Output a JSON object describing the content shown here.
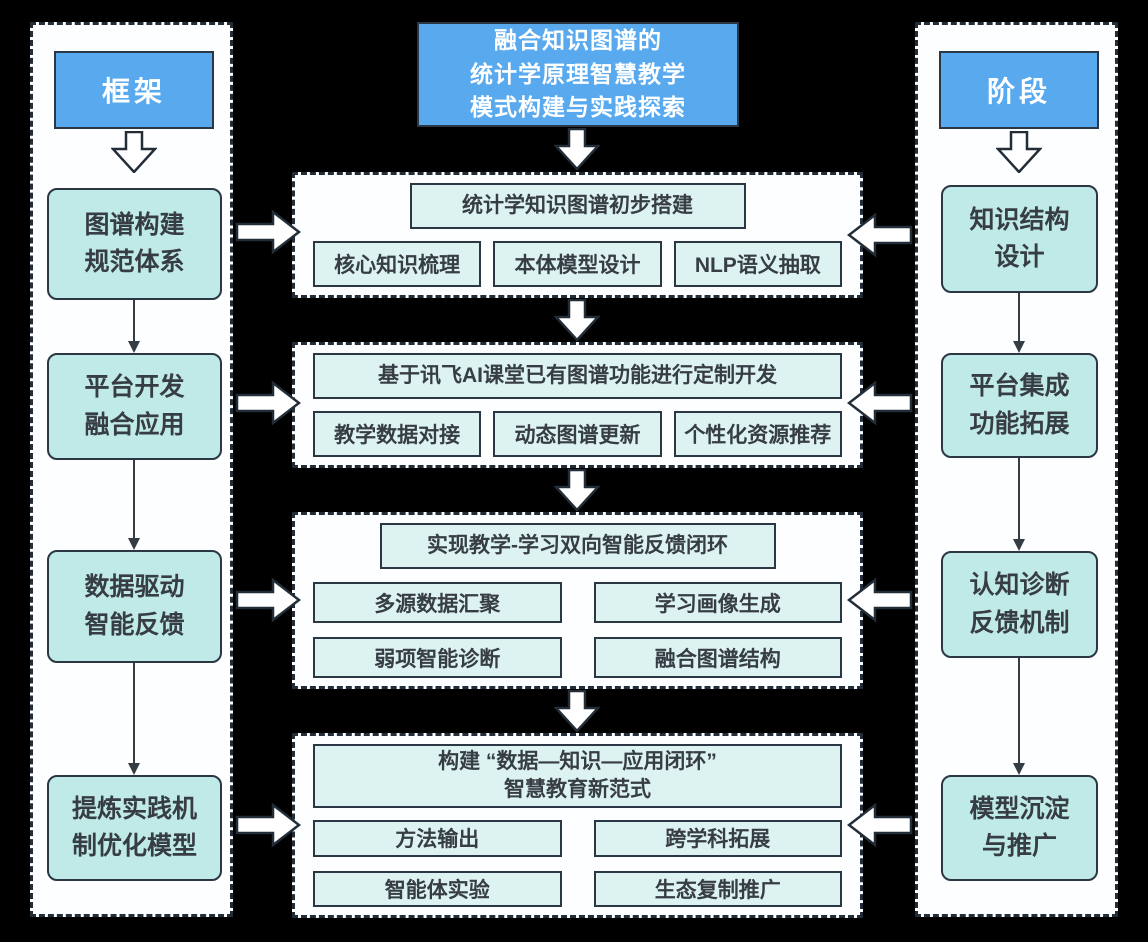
{
  "title": "融合知识图谱的\n统计学原理智慧教学\n模式构建与实践探索",
  "left_panel": {
    "header": "框架",
    "items": [
      "图谱构建\n规范体系",
      "平台开发\n融合应用",
      "数据驱动\n智能反馈",
      "提炼实践机\n制优化模型"
    ]
  },
  "right_panel": {
    "header": "阶段",
    "items": [
      "知识结构\n设计",
      "平台集成\n功能拓展",
      "认知诊断\n反馈机制",
      "模型沉淀\n与推广"
    ]
  },
  "center_sections": [
    {
      "header": "统计学知识图谱初步搭建",
      "items": [
        "核心知识梳理",
        "本体模型设计",
        "NLP语义抽取"
      ]
    },
    {
      "header": "基于讯飞AI课堂已有图谱功能进行定制开发",
      "items": [
        "教学数据对接",
        "动态图谱更新",
        "个性化资源推荐"
      ]
    },
    {
      "header": "实现教学-学习双向智能反馈闭环",
      "items": [
        "多源数据汇聚",
        "学习画像生成",
        "弱项智能诊断",
        "融合图谱结构"
      ]
    },
    {
      "header": "构建 “数据—知识—应用闭环”\n智慧教育新范式",
      "items": [
        "方法输出",
        "跨学科拓展",
        "智能体实验",
        "生态复制推广"
      ]
    }
  ],
  "colors": {
    "background": "#000000",
    "panel_fill": "#fdfeff",
    "dashed_border": "#222d38",
    "accent_blue": "#58a9ee",
    "side_box_cyan": "#c0eae7",
    "center_box_cyan": "#dcf3f1",
    "box_border": "#2b3744",
    "text_dark": "#373d44",
    "text_light": "#ffffff"
  }
}
